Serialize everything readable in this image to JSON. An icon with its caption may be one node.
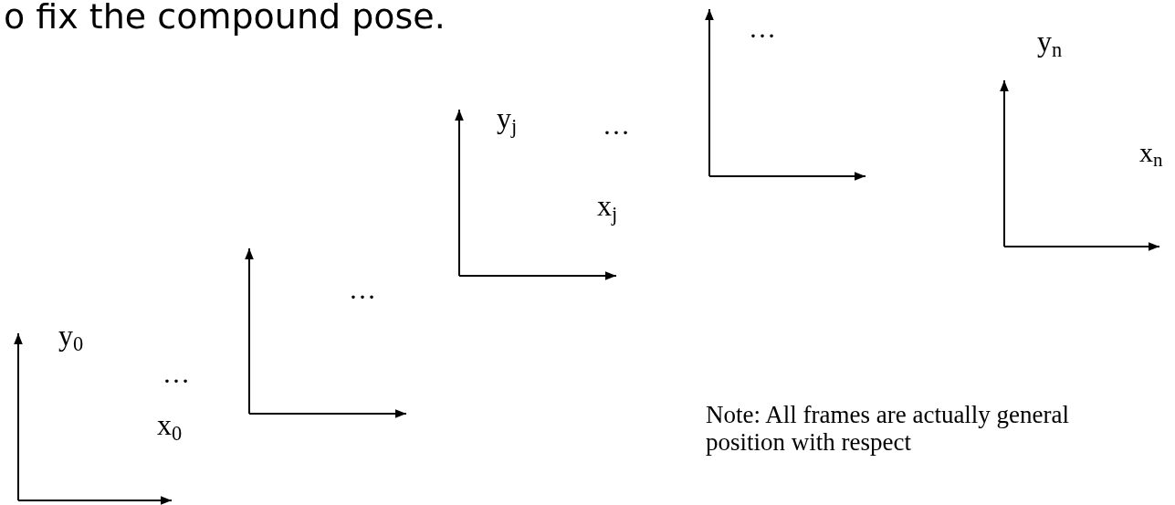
{
  "diagram": {
    "title": "o fix the compound pose.",
    "labels": [
      "…",
      "y$_{n}$",
      "x$_{n}$",
      "y$_{j}$",
      "…",
      "x$_{j}$",
      "…",
      "y$_{0}$",
      "…",
      "x$_{0}$",
      "Note: All frames are actually general position with respect"
    ]
  }
}
